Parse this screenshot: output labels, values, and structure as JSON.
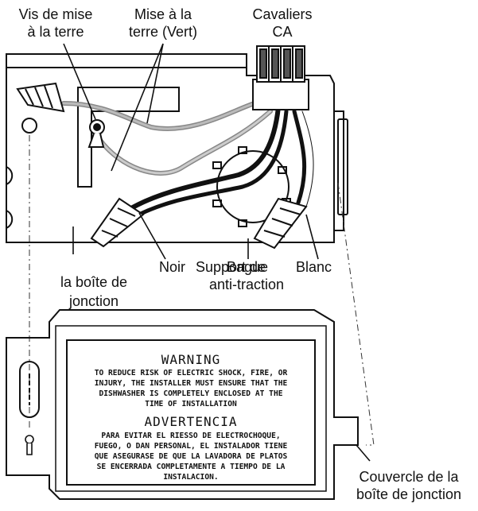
{
  "labels": {
    "ground_screw": [
      "Vis de mise",
      "à la terre"
    ],
    "ground_green": [
      "Mise à la",
      "terre (Vert)"
    ],
    "ac_jumpers": [
      "Cavaliers",
      "CA"
    ],
    "black": "Noir",
    "strain_relief": [
      "Support de",
      "anti-traction"
    ],
    "ring": "Bague",
    "white": "Blanc",
    "junction_box": [
      "la boîte de",
      "jonction"
    ],
    "cover": [
      "Couvercle de la",
      "boîte de jonction"
    ]
  },
  "warning": {
    "title_en": "WARNING",
    "lines_en": [
      "TO REDUCE RISK OF ELECTRIC SHOCK, FIRE, OR",
      "INJURY, THE INSTALLER MUST ENSURE THAT THE",
      "DISHWASHER IS COMPLETELY ENCLOSED AT THE",
      "TIME OF INSTALLATION"
    ],
    "title_es": "ADVERTENCIA",
    "lines_es": [
      "PARA EVITAR EL RIESSO DE ELECTROCHOQUE,",
      "FUEGO, O DAN PERSONAL, EL INSTALADOR TIENE",
      "QUE ASEGURASE DE QUE LA LAVADORA DE PLATOS",
      "SE ENCERRADA COMPLETAMENTE A TIEMPO DE LA",
      "INSTALACION."
    ]
  }
}
